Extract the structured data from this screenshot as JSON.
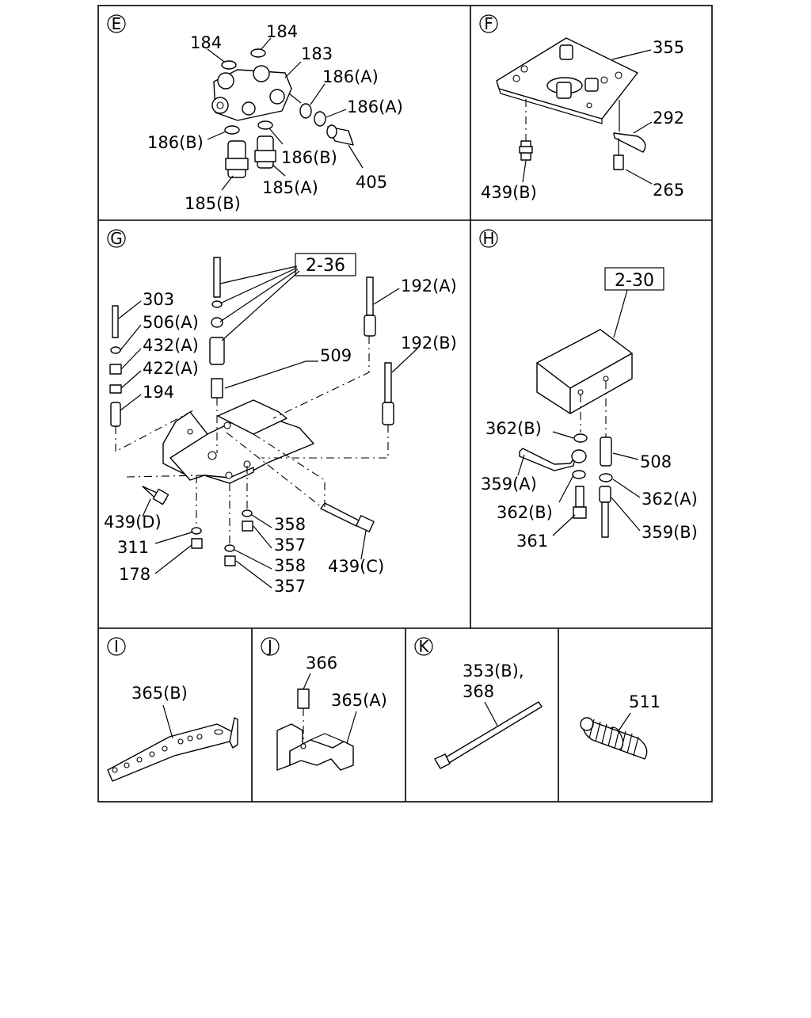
{
  "panels": {
    "E": {
      "letter": "E",
      "labels": [
        "184",
        "184",
        "183",
        "186(A)",
        "186(A)",
        "186(B)",
        "186(B)",
        "405",
        "185(B)",
        "185(A)"
      ]
    },
    "F": {
      "letter": "F",
      "labels": [
        "355",
        "292",
        "439(B)",
        "265"
      ]
    },
    "G": {
      "letter": "G",
      "ref": "2-36",
      "labels": [
        "303",
        "506(A)",
        "432(A)",
        "422(A)",
        "194",
        "509",
        "192(A)",
        "192(B)",
        "439(D)",
        "311",
        "178",
        "358",
        "357",
        "358",
        "357",
        "439(C)"
      ]
    },
    "H": {
      "letter": "H",
      "ref": "2-30",
      "labels": [
        "362(B)",
        "508",
        "359(A)",
        "362(A)",
        "362(B)",
        "361",
        "359(B)"
      ]
    },
    "I": {
      "letter": "I",
      "labels": [
        "365(B)"
      ]
    },
    "J": {
      "letter": "J",
      "labels": [
        "366",
        "365(A)"
      ]
    },
    "K": {
      "letter": "K",
      "labels": [
        "353(B),",
        "368"
      ]
    },
    "L": {
      "labels": [
        "511"
      ]
    }
  }
}
